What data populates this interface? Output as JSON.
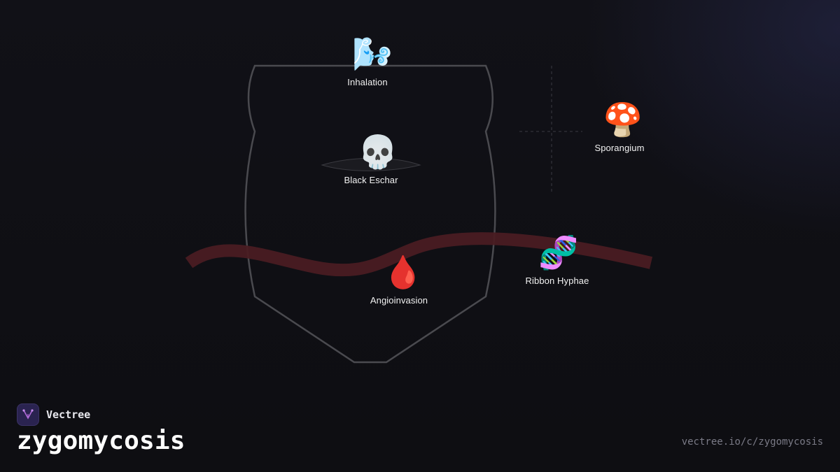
{
  "title": "zygomycosis",
  "brand": {
    "name": "Vectree",
    "logo_icon": "vectree-logo-icon",
    "accent": "#b06ad8"
  },
  "url": "vectree.io/c/zygomycosis",
  "nodes": {
    "inhalation": {
      "label": "Inhalation",
      "glyph": "🌬️",
      "icon": "wind-face-icon"
    },
    "black_eschar": {
      "label": "Black Eschar",
      "glyph": "💀",
      "icon": "skull-icon"
    },
    "sporangium": {
      "label": "Sporangium",
      "glyph": "🍄",
      "icon": "mushroom-icon"
    },
    "ribbon_hyphae": {
      "label": "Ribbon Hyphae",
      "glyph": "🧬",
      "icon": "dna-icon"
    },
    "angioinvasion": {
      "label": "Angioinvasion",
      "glyph": "🩸",
      "icon": "blood-drop-icon"
    }
  },
  "colors": {
    "background": "#0f0f14",
    "outline": "#4a4a4f",
    "vessel": "#4a1c22",
    "label": "#f2f2f2",
    "url": "#7a7a86"
  }
}
